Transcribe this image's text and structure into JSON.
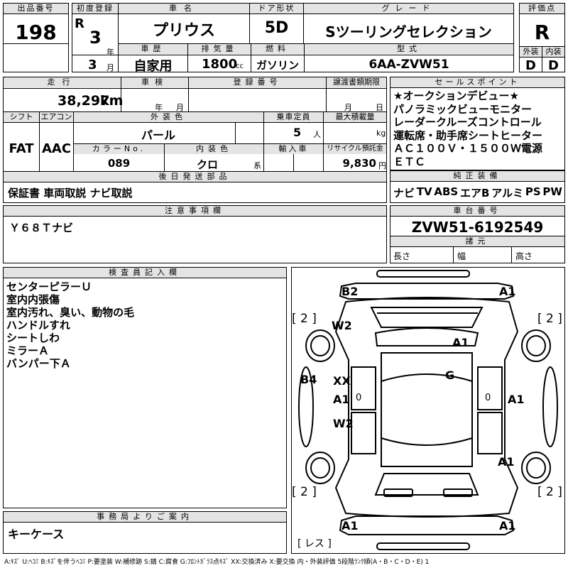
{
  "header": {
    "lot_label": "出品番号",
    "lot_value": "198",
    "first_reg_label": "初度登録",
    "era": "R",
    "reg_year": "3",
    "year_unit": "年",
    "reg_month": "3",
    "month_unit": "月",
    "car_name_label": "車名",
    "car_name": "プリウス",
    "door_label": "ドア形状",
    "door": "5D",
    "grade_label": "グレード",
    "grade": "Sツーリングセレクション",
    "score_label": "評価点",
    "score": "R",
    "history_label": "車歴",
    "history": "自家用",
    "displacement_label": "排気量",
    "displacement": "1800",
    "displacement_unit": "cc",
    "fuel_label": "燃料",
    "fuel": "ガソリン",
    "model_label": "型式",
    "model": "6AA-ZVW51",
    "exterior_label": "外装",
    "exterior_grade": "D",
    "interior_label": "内装",
    "interior_grade": "D"
  },
  "row2": {
    "mileage_label": "走行",
    "mileage": "38,297",
    "mileage_unit": "km",
    "inspection_label": "車検",
    "inspection_year_unit": "年",
    "inspection_month_unit": "月",
    "plate_label": "登録番号",
    "transfer_label": "譲渡書類期限",
    "transfer_month_unit": "月",
    "transfer_day_unit": "日",
    "shift_label": "シフト",
    "shift": "FAT",
    "ac_label": "エアコン",
    "ac": "AAC",
    "ext_color_label": "外装色",
    "ext_color": "パール",
    "capacity_label": "乗車定員",
    "capacity": "5",
    "capacity_unit": "人",
    "load_label": "最大積載量",
    "load_unit": "kg",
    "color_no_label": "カラーNo.",
    "color_no": "089",
    "int_color_label": "内装色",
    "int_color": "クロ",
    "int_color_suffix": "系",
    "import_label": "輸入車",
    "recycle_label": "リサイクル預託金",
    "recycle": "9,830",
    "recycle_unit": "円",
    "later_label": "後日発送部品",
    "later": "保証書 車両取説 ナビ取説"
  },
  "sales": {
    "label": "セールスポイント",
    "lines": [
      "★オークションデビュー★",
      "パノラミックビューモニター",
      "レーダークルーズコントロール",
      "運転席・助手席シートヒーター",
      "ＡＣ１００Ｖ・１５００Ｗ電源",
      "ＥＴＣ"
    ]
  },
  "equipment": {
    "label": "純正装備",
    "items": [
      "ナビ",
      "TV",
      "ABS",
      "エアB",
      "アルミ",
      "PS",
      "PW"
    ]
  },
  "notes": {
    "label": "注意事項欄",
    "text": "Ｙ６８Ｔナビ"
  },
  "chassis": {
    "label": "車台番号",
    "value": "ZVW51-6192549",
    "spec_label": "諸元",
    "length": "長さ",
    "width": "幅",
    "height": "高さ"
  },
  "inspector": {
    "label": "検査員記入欄",
    "lines": [
      "センターピラーＵ",
      "室内内張傷",
      "室内汚れ、臭い、動物の毛",
      "ハンドルすれ",
      "シートしわ",
      "ミラーＡ",
      "バンパー下Ａ"
    ]
  },
  "office": {
    "label": "事務局よりご案内",
    "text": "キーケース"
  },
  "diagram": {
    "marks": {
      "b2": "B2",
      "a1_fr": "A1",
      "w2_fl": "W2",
      "a1_hood": "A1",
      "g": "G",
      "b4": "B4",
      "xx": "XX",
      "a1_ld": "A1",
      "zero_l": "0",
      "w2_lr": "W2",
      "zero_r": "0",
      "a1_rd": "A1",
      "a1_rq": "A1",
      "a1_rl": "A1",
      "a1_rr": "A1"
    },
    "tires": {
      "fl": "2",
      "fr": "2",
      "rl": "2",
      "rr": "2",
      "spare": "レス"
    }
  },
  "legend": "A:ｷｽﾞ U:ﾍｺﾐ B:ｷｽﾞを伴うﾍｺﾐ P:要塗装 W:補修跡 S:錆 C:腐食 G:ﾌﾛﾝﾄｶﾞﾗｽ点ｷｽﾞ XX:交換済み X:要交換 内・外装評価 5段階ﾗﾝｸ順(A・B・C・D・E) 1"
}
